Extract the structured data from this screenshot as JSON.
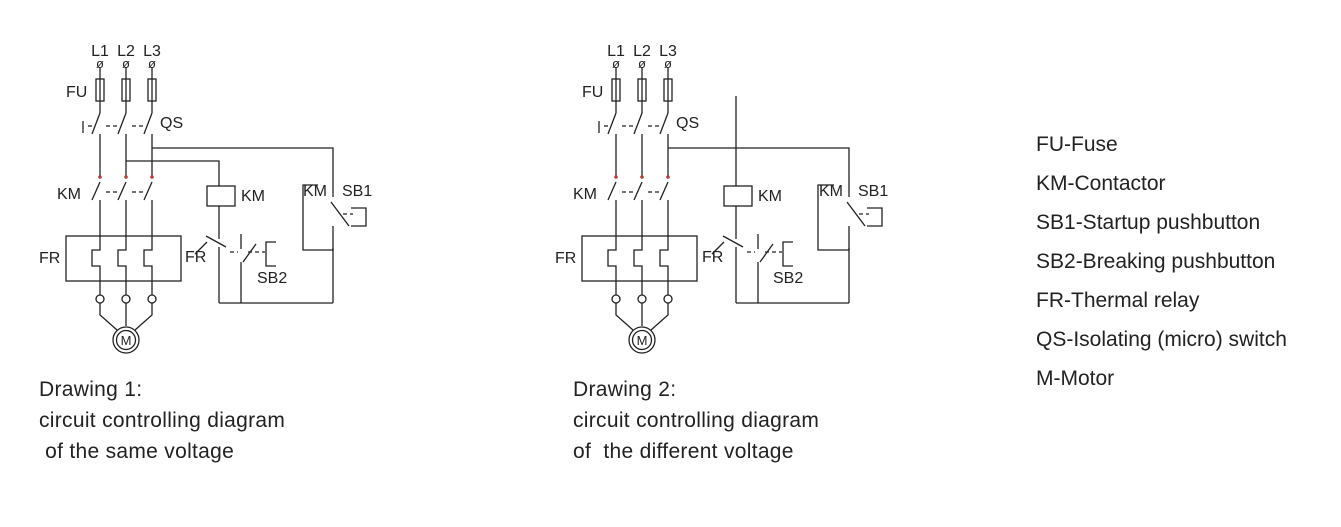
{
  "diagrams": [
    {
      "labels": {
        "l1": "L1",
        "l2": "L2",
        "l3": "L3",
        "fu": "FU",
        "qs": "QS",
        "km": "KM",
        "km_coil": "KM",
        "km_aux": "KM",
        "sb1": "SB1",
        "fr": "FR",
        "fr_contact": "FR",
        "sb2": "SB2",
        "motor": "M"
      },
      "caption": [
        "Drawing 1:",
        "circuit controlling diagram",
        " of the same voltage"
      ]
    },
    {
      "labels": {
        "l1": "L1",
        "l2": "L2",
        "l3": "L3",
        "fu": "FU",
        "qs": "QS",
        "km": "KM",
        "km_coil": "KM",
        "km_aux": "KM",
        "sb1": "SB1",
        "fr": "FR",
        "fr_contact": "FR",
        "sb2": "SB2",
        "motor": "M"
      },
      "caption": [
        "Drawing 2:",
        "circuit controlling diagram",
        "of  the different voltage"
      ]
    }
  ],
  "legend": [
    "FU-Fuse",
    "KM-Contactor",
    "SB1-Startup pushbutton",
    "SB2-Breaking pushbutton",
    "FR-Thermal relay",
    "QS-Isolating (micro) switch",
    "M-Motor"
  ]
}
